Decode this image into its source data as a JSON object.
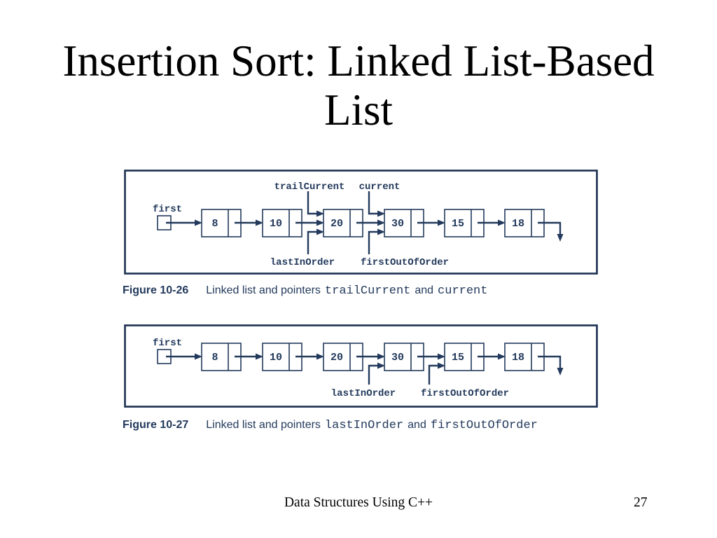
{
  "slide": {
    "title": "Insertion Sort: Linked List-Based List",
    "footer_text": "Data Structures Using C++",
    "page_number": "27"
  },
  "colors": {
    "ink": "#233a5c",
    "frame_border": "#1c3050",
    "background": "#ffffff",
    "title_text": "#000000"
  },
  "figures": [
    {
      "id": "figure-10-26",
      "caption": {
        "label": "Figure 10-26",
        "text_before": "Linked list and pointers",
        "code1": "trailCurrent",
        "conjunction": "and",
        "code2": "current"
      },
      "diagram": {
        "head_pointer_label": "first",
        "nodes": [
          "8",
          "10",
          "20",
          "30",
          "15",
          "18"
        ],
        "top_pointers": [
          {
            "label": "trailCurrent",
            "points_to_node": "20"
          },
          {
            "label": "current",
            "points_to_node": "30"
          }
        ],
        "bottom_pointers": [
          {
            "label": "lastInOrder",
            "points_to_node": "20"
          },
          {
            "label": "firstOutOfOrder",
            "points_to_node": "30"
          }
        ]
      }
    },
    {
      "id": "figure-10-27",
      "caption": {
        "label": "Figure 10-27",
        "text_before": "Linked list and pointers",
        "code1": "lastInOrder",
        "conjunction": "and",
        "code2": "firstOutOfOrder"
      },
      "diagram": {
        "head_pointer_label": "first",
        "nodes": [
          "8",
          "10",
          "20",
          "30",
          "15",
          "18"
        ],
        "top_pointers": [],
        "bottom_pointers": [
          {
            "label": "lastInOrder",
            "points_to_node": "30"
          },
          {
            "label": "firstOutOfOrder",
            "points_to_node": "15"
          }
        ]
      }
    }
  ]
}
